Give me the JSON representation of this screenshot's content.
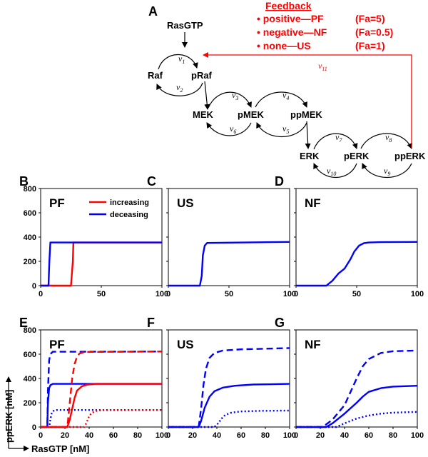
{
  "figure": {
    "panel_labels": [
      "A",
      "B",
      "C",
      "D",
      "E",
      "F",
      "G"
    ],
    "colors": {
      "red": "#ff0000",
      "blue": "#0000ff",
      "black": "#000000"
    }
  },
  "diagram": {
    "nodes": {
      "rasgtp": "RasGTP",
      "raf": "Raf",
      "praf": "pRaf",
      "mek": "MEK",
      "pmek": "pMEK",
      "ppmek": "ppMEK",
      "erk": "ERK",
      "perk": "pERK",
      "pperk": "ppERK"
    },
    "rates": {
      "v1": "v1",
      "v2": "v2",
      "v3": "v3",
      "v4": "v4",
      "v5": "v5",
      "v6": "v6",
      "v7": "v7",
      "v8": "v8",
      "v9": "v9",
      "v10": "v10",
      "v11": "v11"
    },
    "feedback": {
      "title": "Feedback",
      "items": [
        {
          "text": "• positive—PF",
          "param": "(Fa=5)"
        },
        {
          "text": "• negative—NF",
          "param": "(Fa=0.5)"
        },
        {
          "text": "• none—US",
          "param": "(Fa=1)"
        }
      ]
    }
  },
  "axes": {
    "ylabel": "ppERK [nM]",
    "xlabel": "RasGTP [nM]"
  },
  "chart_data": [
    {
      "panel": "B",
      "type": "line",
      "label": "PF",
      "xlim": [
        0,
        100
      ],
      "ylim": [
        0,
        800
      ],
      "xticks": [
        0,
        50,
        100
      ],
      "yticks": [
        0,
        200,
        400,
        600,
        800
      ],
      "legend": [
        "increasing",
        "deceasing"
      ],
      "legend_position": "top-right",
      "series": [
        {
          "name": "increasing",
          "color": "#ff0000",
          "dash": "solid",
          "x": [
            0,
            25,
            26.5,
            27,
            100
          ],
          "y": [
            0,
            0,
            200,
            355,
            355
          ]
        },
        {
          "name": "deceasing",
          "color": "#0000ff",
          "dash": "solid",
          "x": [
            0,
            6.5,
            7.2,
            8,
            100
          ],
          "y": [
            0,
            0,
            200,
            355,
            355
          ]
        }
      ]
    },
    {
      "panel": "C",
      "type": "line",
      "label": "US",
      "xlim": [
        0,
        100
      ],
      "ylim": [
        0,
        800
      ],
      "xticks": [
        0,
        50,
        100
      ],
      "yticks": [
        0,
        200,
        400,
        600,
        800
      ],
      "series": [
        {
          "color": "#0000ff",
          "dash": "solid",
          "x": [
            0,
            26,
            27.5,
            28.5,
            30,
            32,
            100
          ],
          "y": [
            0,
            0,
            80,
            250,
            330,
            352,
            360
          ]
        }
      ]
    },
    {
      "panel": "D",
      "type": "line",
      "label": "NF",
      "xlim": [
        0,
        100
      ],
      "ylim": [
        0,
        800
      ],
      "xticks": [
        0,
        50,
        100
      ],
      "yticks": [
        0,
        200,
        400,
        600,
        800
      ],
      "series": [
        {
          "color": "#0000ff",
          "dash": "solid",
          "x": [
            0,
            25,
            30,
            35,
            40,
            45,
            48,
            52,
            56,
            60,
            70,
            100
          ],
          "y": [
            0,
            0,
            40,
            100,
            140,
            220,
            280,
            330,
            350,
            355,
            358,
            360
          ]
        }
      ]
    },
    {
      "panel": "E",
      "type": "line",
      "label": "PF",
      "xlim": [
        0,
        100
      ],
      "ylim": [
        0,
        800
      ],
      "xticks": [
        0,
        20,
        40,
        60,
        80,
        100
      ],
      "yticks": [
        0,
        200,
        400,
        600,
        800
      ],
      "series": [
        {
          "color": "#0000ff",
          "dash": "dashed",
          "x": [
            0,
            5.5,
            6,
            7,
            8,
            10,
            100
          ],
          "y": [
            0,
            0,
            300,
            550,
            600,
            620,
            622
          ]
        },
        {
          "color": "#0000ff",
          "dash": "solid",
          "x": [
            0,
            5.5,
            6,
            7,
            8,
            10,
            100
          ],
          "y": [
            0,
            0,
            200,
            320,
            345,
            355,
            355
          ]
        },
        {
          "color": "#0000ff",
          "dash": "dotted",
          "x": [
            0,
            7,
            8,
            9,
            10,
            12,
            100
          ],
          "y": [
            0,
            0,
            60,
            110,
            130,
            140,
            140
          ]
        },
        {
          "color": "#ff0000",
          "dash": "dashed",
          "x": [
            0,
            22,
            24,
            26,
            28,
            30,
            32,
            36,
            100
          ],
          "y": [
            0,
            0,
            200,
            400,
            520,
            580,
            605,
            618,
            622
          ]
        },
        {
          "color": "#ff0000",
          "dash": "solid",
          "x": [
            0,
            22,
            24,
            26,
            28,
            30,
            34,
            38,
            45,
            100
          ],
          "y": [
            0,
            0,
            60,
            150,
            240,
            300,
            335,
            348,
            355,
            355
          ]
        },
        {
          "color": "#ff0000",
          "dash": "dotted",
          "x": [
            0,
            36,
            38,
            40,
            42,
            45,
            50,
            100
          ],
          "y": [
            0,
            0,
            40,
            90,
            115,
            130,
            138,
            140
          ]
        }
      ]
    },
    {
      "panel": "F",
      "type": "line",
      "label": "US",
      "xlim": [
        0,
        100
      ],
      "ylim": [
        0,
        800
      ],
      "xticks": [
        0,
        20,
        40,
        60,
        80,
        100
      ],
      "yticks": [
        0,
        200,
        400,
        600,
        800
      ],
      "series": [
        {
          "color": "#0000ff",
          "dash": "dashed",
          "x": [
            0,
            25,
            27,
            29,
            31,
            34,
            38,
            45,
            60,
            100
          ],
          "y": [
            0,
            0,
            150,
            350,
            480,
            570,
            610,
            630,
            640,
            650
          ]
        },
        {
          "color": "#0000ff",
          "dash": "solid",
          "x": [
            0,
            25,
            27,
            30,
            34,
            38,
            45,
            55,
            70,
            100
          ],
          "y": [
            0,
            0,
            50,
            160,
            250,
            295,
            325,
            340,
            350,
            355
          ]
        },
        {
          "color": "#0000ff",
          "dash": "dotted",
          "x": [
            0,
            38,
            41,
            44,
            47,
            52,
            60,
            75,
            100
          ],
          "y": [
            0,
            0,
            30,
            70,
            100,
            118,
            128,
            133,
            135
          ]
        }
      ]
    },
    {
      "panel": "G",
      "type": "line",
      "label": "NF",
      "xlim": [
        0,
        100
      ],
      "ylim": [
        0,
        800
      ],
      "xticks": [
        0,
        20,
        40,
        60,
        80,
        100
      ],
      "yticks": [
        0,
        200,
        400,
        600,
        800
      ],
      "series": [
        {
          "color": "#0000ff",
          "dash": "dashed",
          "x": [
            0,
            22,
            30,
            40,
            45,
            50,
            55,
            60,
            70,
            80,
            100
          ],
          "y": [
            0,
            0,
            60,
            180,
            290,
            400,
            500,
            560,
            610,
            625,
            630
          ]
        },
        {
          "color": "#0000ff",
          "dash": "solid",
          "x": [
            0,
            25,
            30,
            40,
            50,
            55,
            60,
            70,
            80,
            100
          ],
          "y": [
            0,
            0,
            30,
            110,
            200,
            250,
            290,
            320,
            333,
            340
          ]
        },
        {
          "color": "#0000ff",
          "dash": "dotted",
          "x": [
            0,
            33,
            40,
            50,
            60,
            70,
            80,
            100
          ],
          "y": [
            0,
            0,
            30,
            70,
            95,
            110,
            118,
            125
          ]
        }
      ]
    }
  ]
}
